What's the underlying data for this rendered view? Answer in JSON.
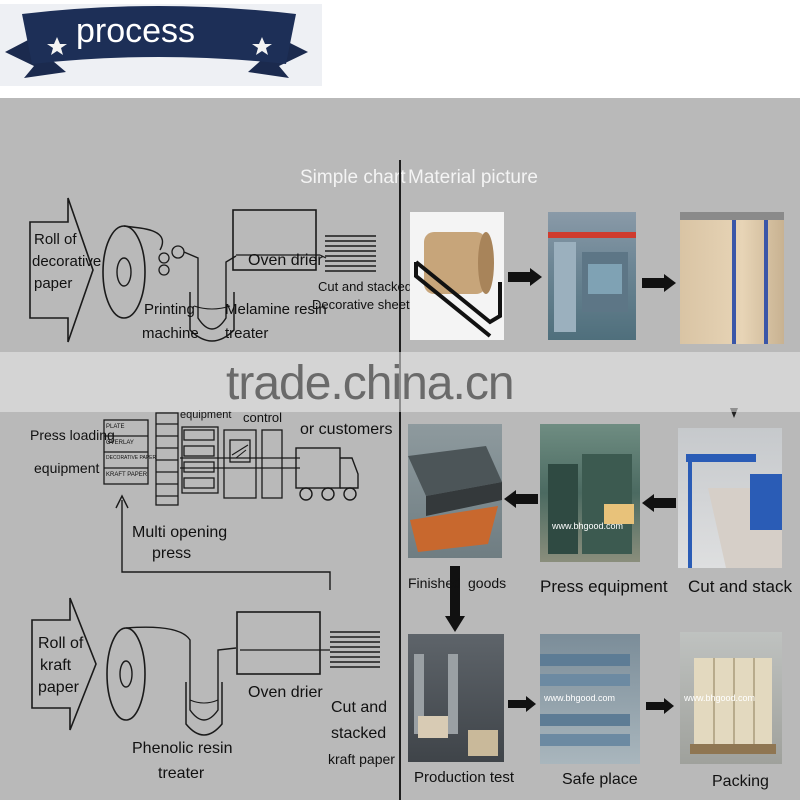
{
  "banner": {
    "title": "process"
  },
  "headers": {
    "left": "Simple chart",
    "right": "Material picture"
  },
  "chart": {
    "row1": {
      "input": [
        "Roll of",
        "decorative",
        "paper"
      ],
      "printing": [
        "Printing",
        "machine"
      ],
      "treater": [
        "Melamine resin",
        "treater"
      ],
      "oven": "Oven drier",
      "output": [
        "Cut and stacked",
        "Decorative sheets"
      ]
    },
    "row2": {
      "loading": [
        "Press loading",
        "equipment"
      ],
      "partial_top": "equipment",
      "control": "control",
      "customers": "or customers",
      "layers": [
        "PLATE",
        "OVERLAY",
        "DECORATIVE PAPER",
        "KRAFT PAPER"
      ],
      "press": [
        "Multi opening",
        "press"
      ]
    },
    "row3": {
      "input": [
        "Roll of",
        "kraft",
        "paper"
      ],
      "treater": [
        "Phenolic resin",
        "treater"
      ],
      "oven": "Oven drier",
      "output": [
        "Cut and",
        "stacked",
        "kraft paper"
      ]
    }
  },
  "photos": {
    "finished": "Finished",
    "goods": "goods",
    "press_equipment": "Press equipment",
    "cut_and_stack": "Cut and stack",
    "production_test": "Production test",
    "safe_place": "Safe place",
    "packing": "Packing",
    "site_watermark": "www.bhgood.com"
  },
  "watermark": "trade.china.cn"
}
